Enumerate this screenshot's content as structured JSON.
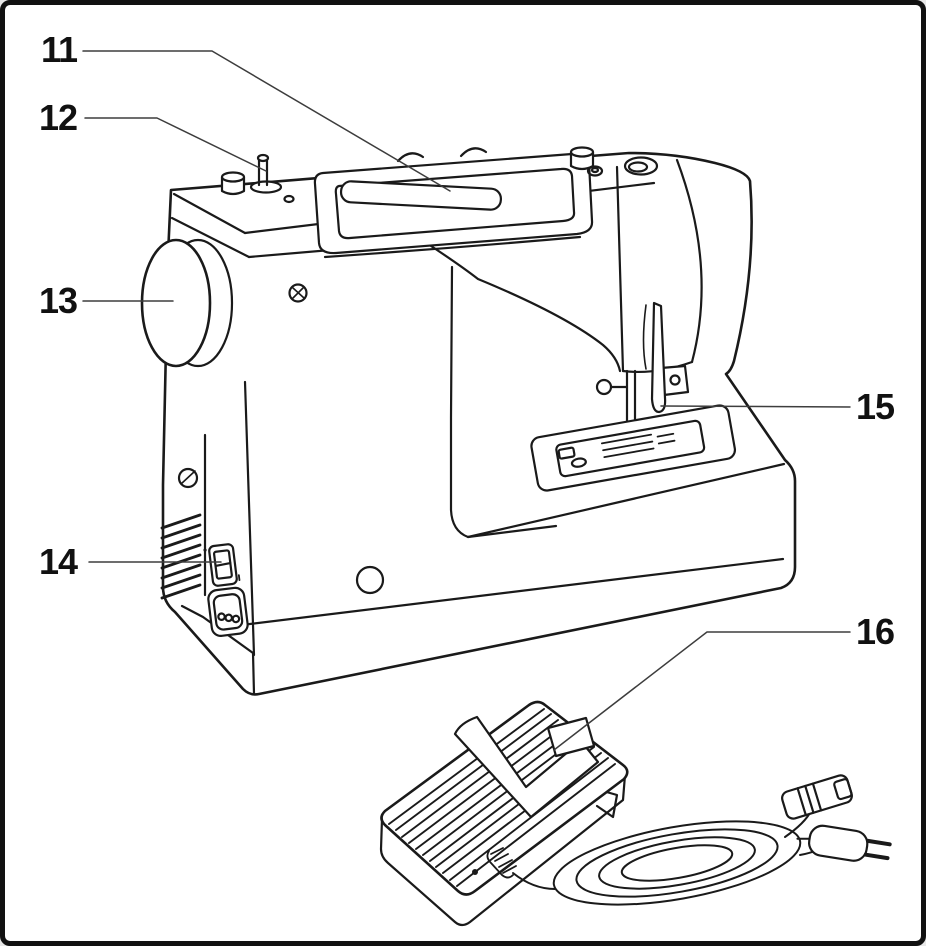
{
  "figure": {
    "type": "parts-diagram",
    "subject": "Sewing machine rear view with foot controller and power cord",
    "line_color": "#1a1a1a",
    "label_color": "#111111",
    "background": "#ffffff"
  },
  "callouts": [
    {
      "label": "11"
    },
    {
      "label": "12"
    },
    {
      "label": "13"
    },
    {
      "label": "14"
    },
    {
      "label": "15"
    },
    {
      "label": "16"
    }
  ]
}
